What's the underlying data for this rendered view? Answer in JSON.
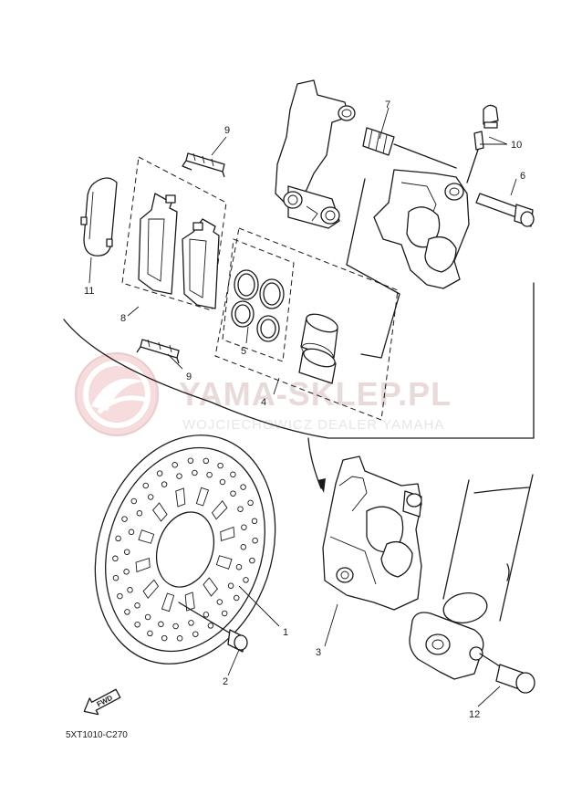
{
  "diagram_code": "5XT1010-C270",
  "watermark": {
    "title": "YAMA-SKLEP.PL",
    "subtitle": "WOJCIECHOWICZ DEALER YAMAHA",
    "color": "#e9d2d2"
  },
  "direction_badge": "FWD",
  "callouts": {
    "c1": "1",
    "c2": "2",
    "c3": "3",
    "c4": "4",
    "c5": "5",
    "c6": "6",
    "c7": "7",
    "c8": "8",
    "c9a": "9",
    "c9b": "9",
    "c10": "10",
    "c11": "11",
    "c12": "12"
  }
}
